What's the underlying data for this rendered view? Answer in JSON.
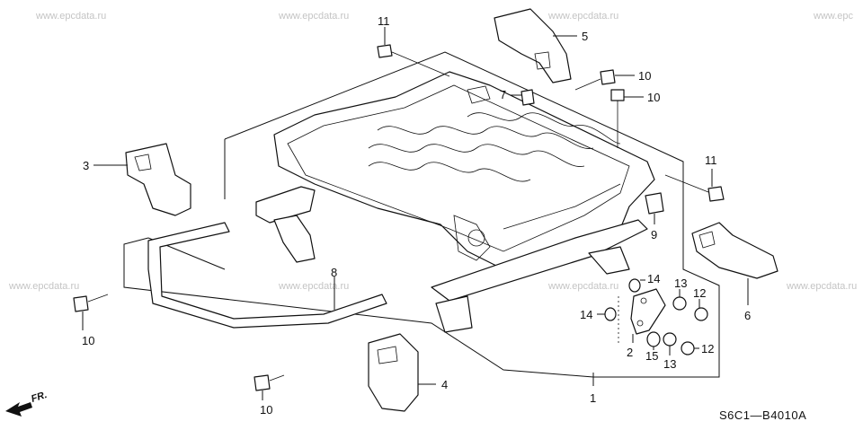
{
  "watermarks": [
    "www.epcdata.ru",
    "www.epcdata.ru",
    "www.epcdata.ru",
    "www.epc",
    "www.epcdata.ru",
    "www.epcdata.ru",
    "www.epcdata.ru",
    "www.epcdata.ru"
  ],
  "diagram_code": "S6C1—B4010A",
  "direction_label": "FR.",
  "callouts": {
    "c1": "1",
    "c2": "2",
    "c3": "3",
    "c4": "4",
    "c5": "5",
    "c6": "6",
    "c7": "7",
    "c8": "8",
    "c9": "9",
    "c10a": "10",
    "c10b": "10",
    "c10c": "10",
    "c10d": "10",
    "c11a": "11",
    "c11b": "11",
    "c12a": "12",
    "c12b": "12",
    "c13a": "13",
    "c13b": "13",
    "c14a": "14",
    "c14b": "14",
    "c15": "15"
  }
}
